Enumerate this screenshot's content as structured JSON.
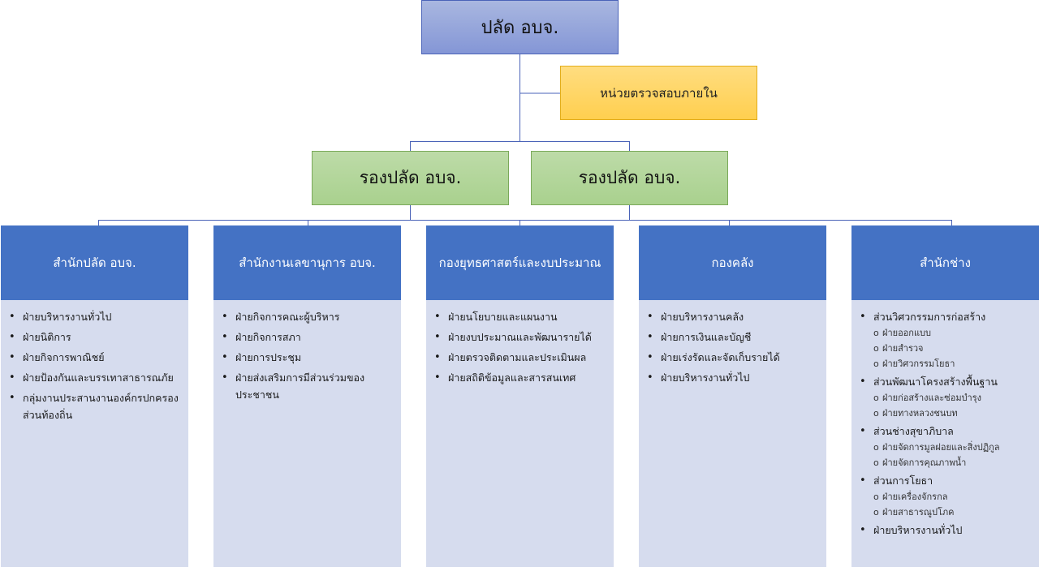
{
  "top": {
    "label": "ปลัด อบจ."
  },
  "audit": {
    "label": "หน่วยตรวจสอบภายใน"
  },
  "deputies": [
    {
      "label": "รองปลัด อบจ."
    },
    {
      "label": "รองปลัด อบจ."
    }
  ],
  "departments": [
    {
      "title": "สำนักปลัด อบจ.",
      "items": [
        {
          "label": "ฝ่ายบริหารงานทั่วไป"
        },
        {
          "label": "ฝ่ายนิติการ"
        },
        {
          "label": "ฝ่ายกิจการพาณิชย์"
        },
        {
          "label": "ฝ่ายป้องกันและบรรเทาสาธารณภัย"
        },
        {
          "label": "กลุ่มงานประสานงานองค์กรปกครองส่วนท้องถิ่น"
        }
      ]
    },
    {
      "title": "สำนักงานเลขานุการ อบจ.",
      "items": [
        {
          "label": "ฝ่ายกิจการคณะผู้บริหาร"
        },
        {
          "label": "ฝ่ายกิจการสภา"
        },
        {
          "label": "ฝ่ายการประชุม"
        },
        {
          "label": "ฝ่ายส่งเสริมการมีส่วนร่วมของประชาชน"
        }
      ]
    },
    {
      "title": "กองยุทธศาสตร์และงบประมาณ",
      "items": [
        {
          "label": "ฝ่ายนโยบายและแผนงาน"
        },
        {
          "label": "ฝ่ายงบประมาณและพัฒนารายได้"
        },
        {
          "label": "ฝ่ายตรวจติดตามและประเมินผล"
        },
        {
          "label": "ฝ่ายสถิติข้อมูลและสารสนเทศ"
        }
      ]
    },
    {
      "title": "กองคลัง",
      "items": [
        {
          "label": "ฝ่ายบริหารงานคลัง"
        },
        {
          "label": "ฝ่ายการเงินและบัญชี"
        },
        {
          "label": "ฝ่ายเร่งรัดและจัดเก็บรายได้"
        },
        {
          "label": "ฝ่ายบริหารงานทั่วไป"
        }
      ]
    },
    {
      "title": "สำนักช่าง",
      "items": [
        {
          "label": "ส่วนวิศวกรรมการก่อสร้าง",
          "subs": [
            "ฝ่ายออกแบบ",
            "ฝ่ายสำรวจ",
            "ฝ่ายวิศวกรรมโยธา"
          ]
        },
        {
          "label": "ส่วนพัฒนาโครงสร้างพื้นฐาน",
          "subs": [
            "ฝ่ายก่อสร้างและซ่อมบำรุง",
            "ฝ่ายทางหลวงชนบท"
          ]
        },
        {
          "label": "ส่วนช่างสุขาภิบาล",
          "subs": [
            "ฝ่ายจัดการมูลฝอยและสิ่งปฏิกูล",
            "ฝ่ายจัดการคุณภาพน้ำ"
          ]
        },
        {
          "label": "ส่วนการโยธา",
          "subs": [
            "ฝ่ายเครื่องจักรกล",
            "ฝ่ายสาธารณูปโภค"
          ]
        },
        {
          "label": "ฝ่ายบริหารงานทั่วไป"
        }
      ]
    }
  ],
  "colors": {
    "connector": "#4a63b8",
    "department_header": "#4472c4",
    "department_body": "#d6dcee",
    "deputy_fill": "#a9d18e",
    "audit_fill": "#ffd966",
    "top_fill": "#8ea0d8"
  }
}
